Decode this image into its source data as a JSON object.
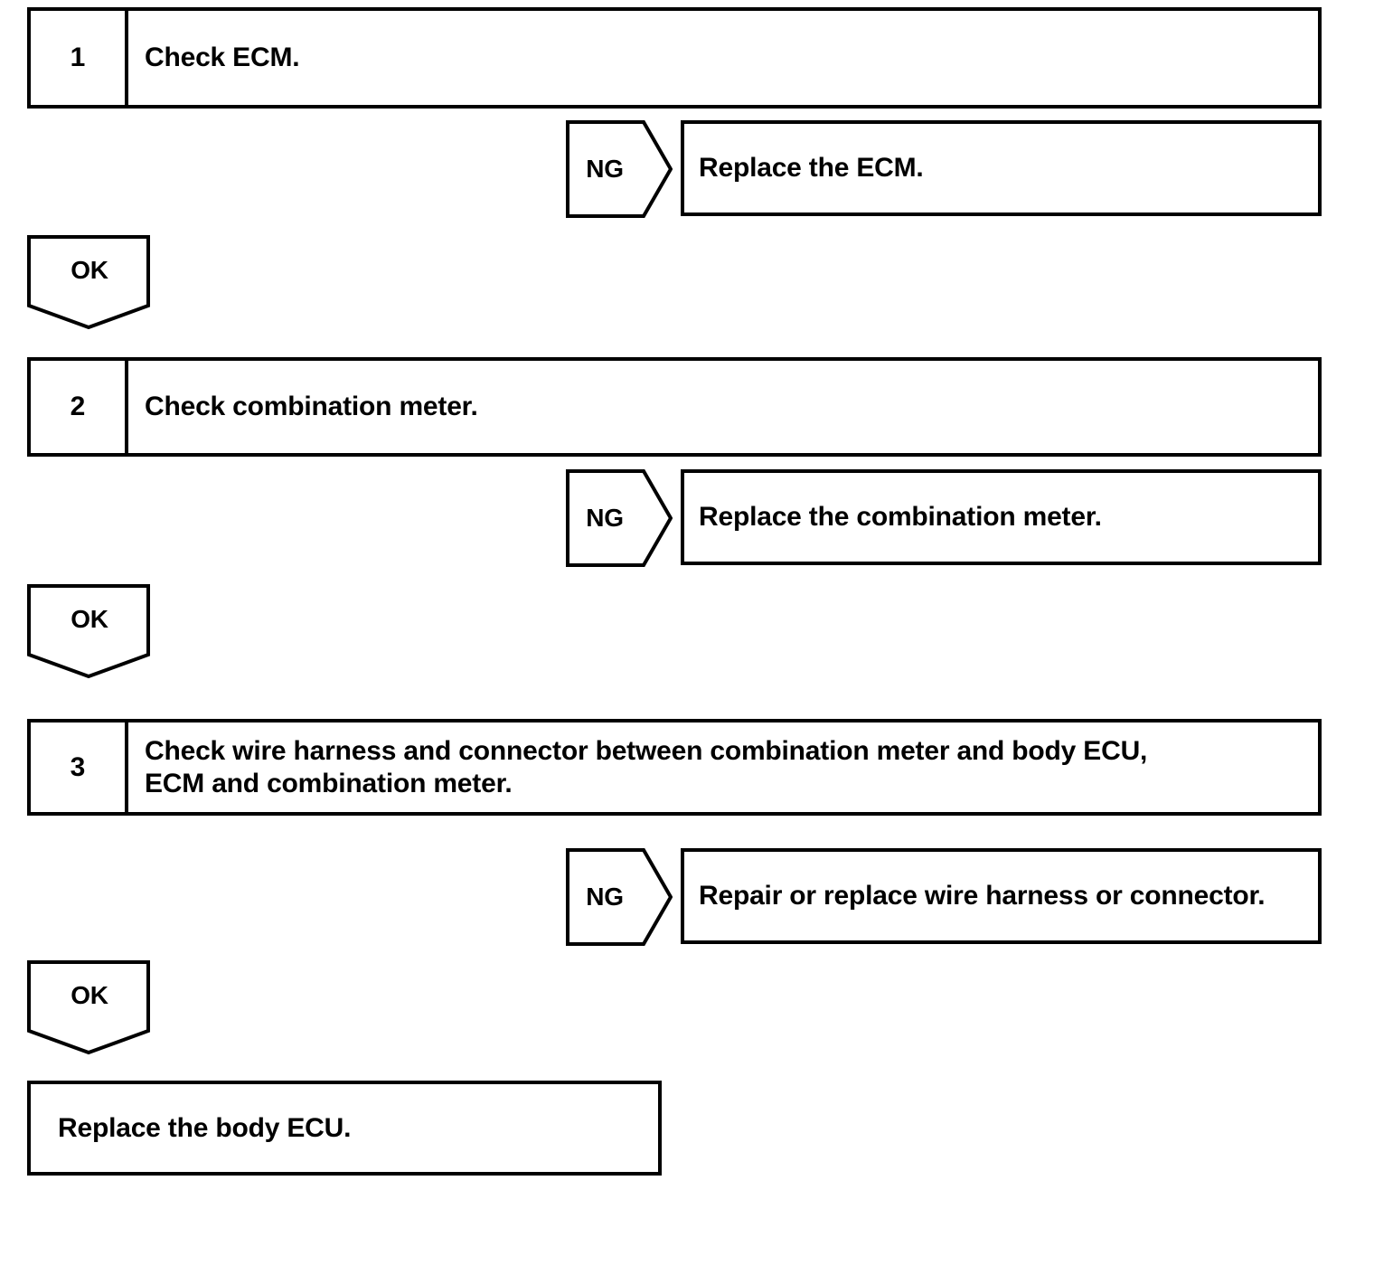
{
  "diagram": {
    "type": "troubleshooting-flowchart",
    "line_color": "#000000",
    "background_color": "#ffffff",
    "text_color": "#000000"
  },
  "steps": [
    {
      "number": "1",
      "text": "Check ECM.",
      "ng": {
        "label": "NG",
        "result": "Replace the ECM."
      },
      "ok": {
        "label": "OK"
      }
    },
    {
      "number": "2",
      "text": "Check combination meter.",
      "ng": {
        "label": "NG",
        "result": "Replace the combination meter."
      },
      "ok": {
        "label": "OK"
      }
    },
    {
      "number": "3",
      "text_line1": "Check wire harness and connector between combination meter and body ECU,",
      "text_line2": "ECM and combination meter.",
      "ng": {
        "label": "NG",
        "result": "Repair or replace wire harness or connector."
      },
      "ok": {
        "label": "OK"
      }
    }
  ],
  "final": {
    "text": "Replace the body ECU."
  }
}
